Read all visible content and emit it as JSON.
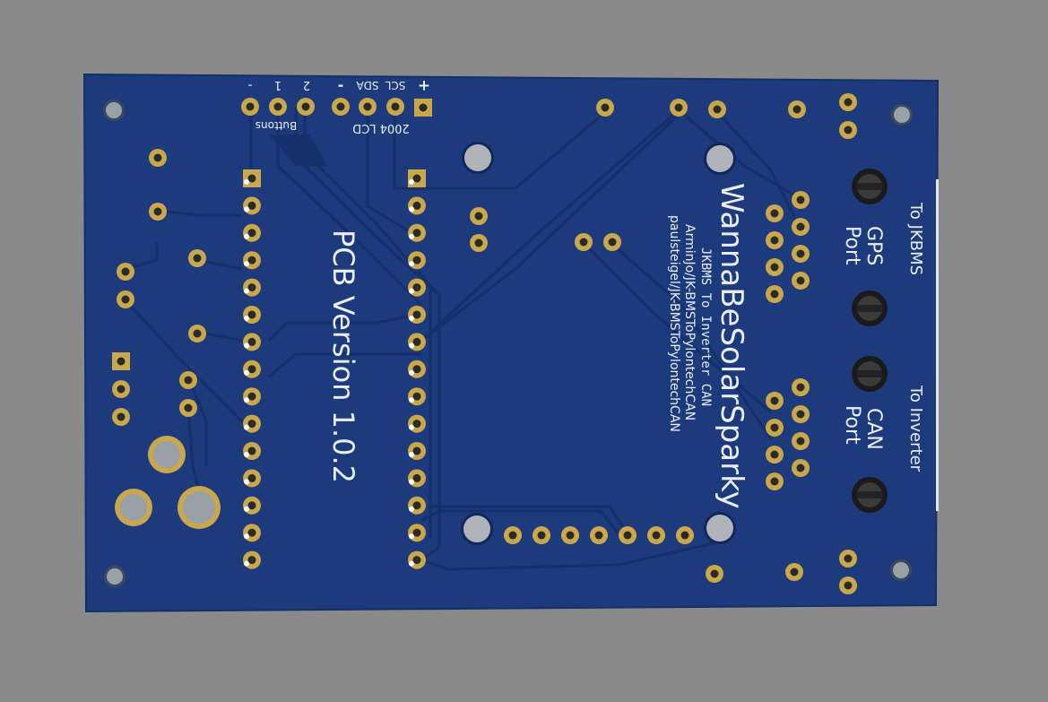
{
  "colors": {
    "background": "#8a8a8a",
    "board": "#1c3a7c",
    "board_edge": "#14306a",
    "trace": "#15306a",
    "pad_gold": "#c8a84a",
    "pad_hole": "#2a2a2a",
    "silkscreen": "#e9eef7"
  },
  "board": {
    "header_labels": {
      "minus_left": "-",
      "one": "1",
      "two": "2",
      "minus_right": "-",
      "sda": "SDA",
      "scl": "SCL",
      "plus": "+"
    },
    "connector_labels": {
      "buttons": "Buttons",
      "lcd": "2004 LCD"
    },
    "version_text": "PCB Version 1.0.2",
    "title": "WannaBeSolarSparky",
    "subtitle": "JKBMS To Inverter CAN",
    "credit_1": "ArminJo/JK-BMSToPylontechCAN",
    "credit_2": "paulsteigel/JK-BMSToPylontechCAN",
    "gps_port": {
      "line1": "GPS",
      "line2": "Port"
    },
    "can_port": {
      "line1": "CAN",
      "line2": "Port"
    },
    "to_jkbms": "To JKBMS",
    "to_inverter": "To Inverter"
  }
}
